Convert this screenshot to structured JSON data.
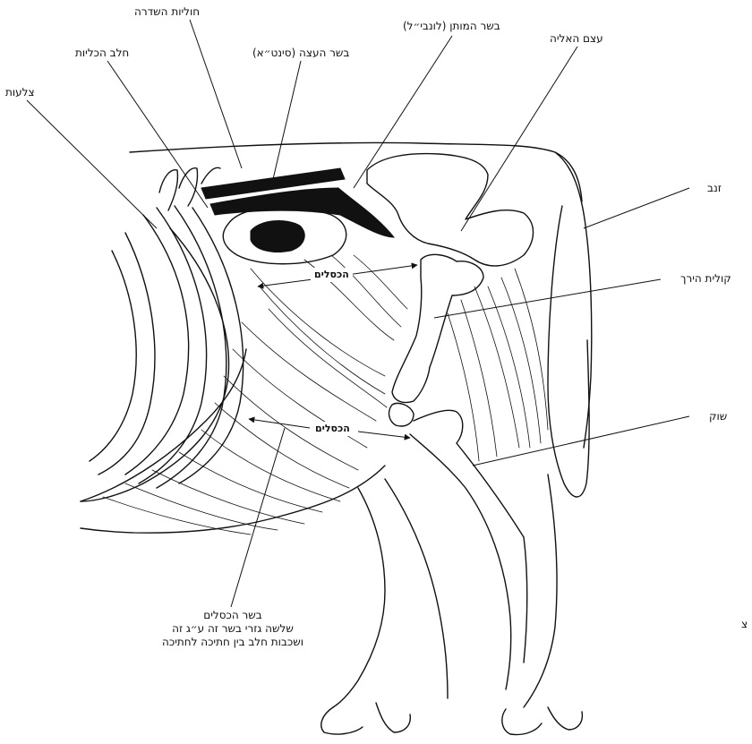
{
  "labels": {
    "vertebrae": "חוליות השדרה",
    "tenderloin": "בשר המותן (לונבי״ל)",
    "bone_meat": "בשר העצה (סינט״א)",
    "kidney_fat": "חלב הכליות",
    "ribs": "צלעות",
    "aitch_bone": "עצם האליה",
    "tail": "זנב",
    "femur": "קולית הירך",
    "shank": "שוק",
    "flank_upper": "הכסלים",
    "flank_lower": "הכסלים",
    "flank_meat_title": "בשר הכסלים",
    "flank_meat_line2": "שלשה גזרי בשר זה ע״ג זה",
    "flank_meat_line3": "ושכבות חלב בין חתיכה לחתיכה",
    "edge_fragment": "צ"
  }
}
